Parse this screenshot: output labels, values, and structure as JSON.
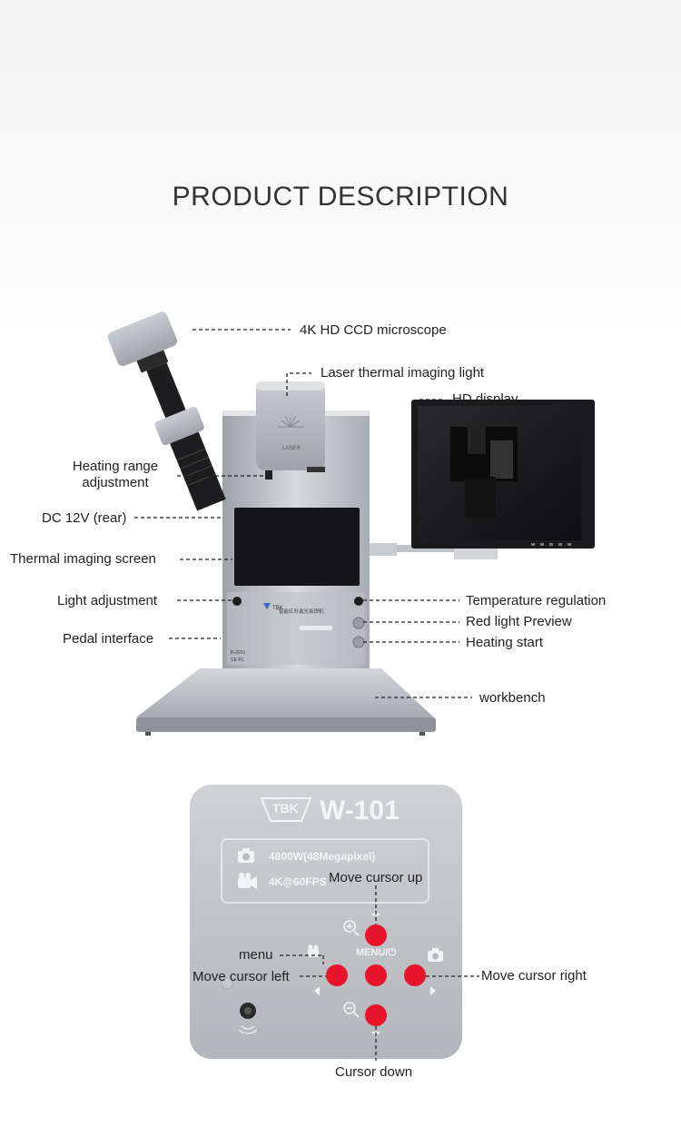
{
  "title": "PRODUCT DESCRIPTION",
  "machine_labels": {
    "microscope": "4K HD CCD microscope",
    "laser_light": "Laser thermal imaging light",
    "hd_display": "HD display",
    "heating_range": "Heating range\nadjustment",
    "dc_power": "DC 12V (rear)",
    "thermal_screen": "Thermal imaging screen",
    "light_adjust": "Light adjustment",
    "temp_regulation": "Temperature regulation",
    "pedal": "Pedal interface",
    "red_light": "Red light Preview",
    "heating_start": "Heating start",
    "workbench": "workbench"
  },
  "device_printed": {
    "laser_text": "LASER",
    "brand_logo": "TBK",
    "model_code": "R-2201",
    "cert_marks": "CE FC"
  },
  "camera_panel": {
    "brand": "TBK",
    "model": "W-101",
    "spec_photo": "4800W(48Megapixel)",
    "spec_video": "4K@60FPS",
    "menu_text": "MENU/⏻"
  },
  "camera_labels": {
    "up": "Move cursor up",
    "menu": "menu",
    "left": "Move cursor left",
    "right": "Move cursor right",
    "down": "Cursor down"
  },
  "icons": [
    "camera-icon",
    "video-icon",
    "zoom-in-icon",
    "zoom-out-icon",
    "arrow-left-icon",
    "arrow-right-icon",
    "power-icon"
  ],
  "colors": {
    "button_red": "#e8142c",
    "panel_gray": "#b9bcc0",
    "leader_line": "#222222"
  }
}
